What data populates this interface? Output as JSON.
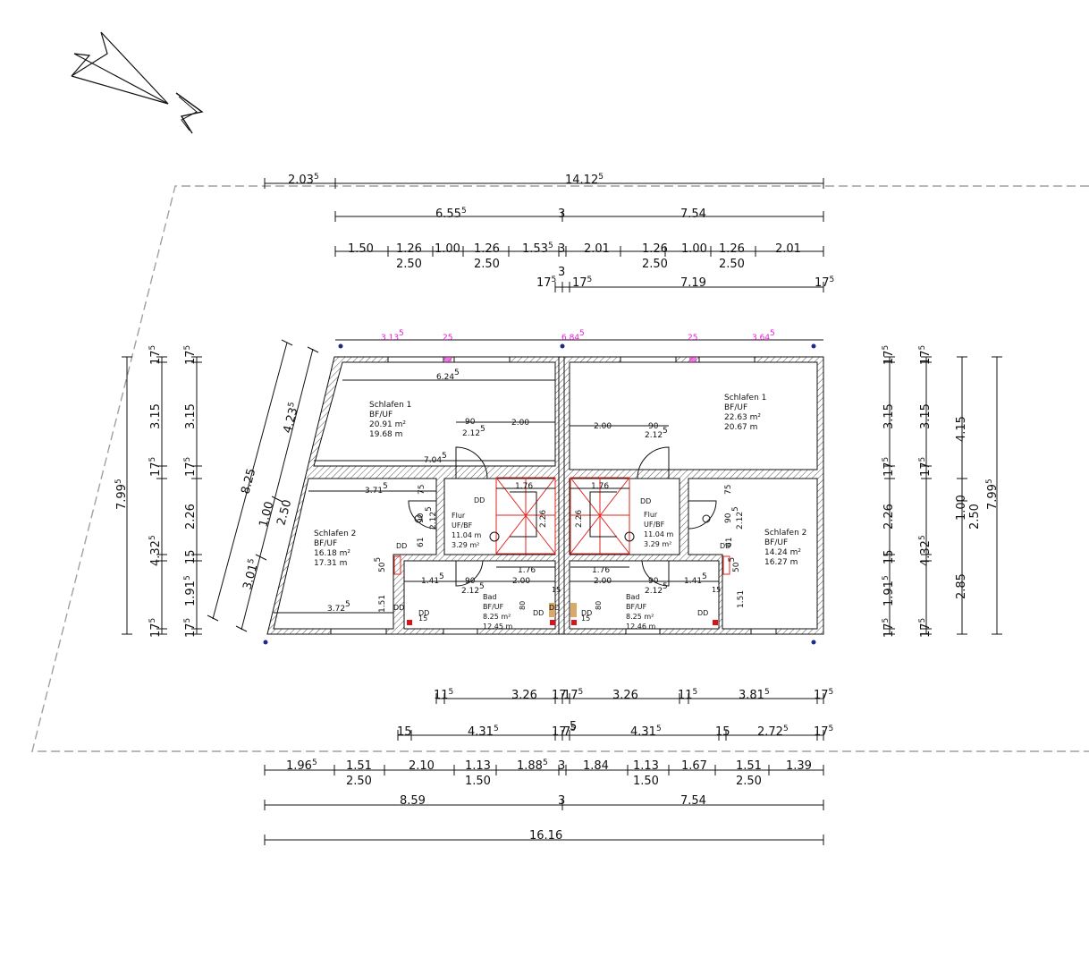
{
  "north_label": "N",
  "top_dims": [
    {
      "t": "2.03",
      "s": "5"
    },
    {
      "t": "14.12",
      "s": "5"
    },
    {
      "t": "6.55",
      "s": "5"
    },
    {
      "t": "3",
      "s": ""
    },
    {
      "t": "7.54",
      "s": ""
    },
    {
      "t": "1.50",
      "s": ""
    },
    {
      "t": "1.26",
      "s": ""
    },
    {
      "t": "1.00",
      "s": ""
    },
    {
      "t": "1.26",
      "s": ""
    },
    {
      "t": "1.53",
      "s": "5"
    },
    {
      "t": "3",
      "s": ""
    },
    {
      "t": "2.01",
      "s": ""
    },
    {
      "t": "1.26",
      "s": ""
    },
    {
      "t": "1.00",
      "s": ""
    },
    {
      "t": "1.26",
      "s": ""
    },
    {
      "t": "2.01",
      "s": ""
    },
    {
      "t": "2.50",
      "s": ""
    },
    {
      "t": "2.50",
      "s": ""
    },
    {
      "t": "2.50",
      "s": ""
    },
    {
      "t": "2.50",
      "s": ""
    },
    {
      "t": "3",
      "s": ""
    },
    {
      "t": "17",
      "s": "5"
    },
    {
      "t": "17",
      "s": "5"
    },
    {
      "t": "7.19",
      "s": ""
    },
    {
      "t": "17",
      "s": "5"
    }
  ],
  "magenta_dims": [
    {
      "t": "3.13",
      "s": "5"
    },
    {
      "t": "25",
      "s": ""
    },
    {
      "t": "6.84",
      "s": "5"
    },
    {
      "t": "25",
      "s": ""
    },
    {
      "t": "3.64",
      "s": "5"
    }
  ],
  "left_dims": [
    {
      "t": "7.99",
      "s": "5"
    },
    {
      "t": "17",
      "s": "5"
    },
    {
      "t": "3.15",
      "s": ""
    },
    {
      "t": "17",
      "s": "5"
    },
    {
      "t": "4.32",
      "s": "5"
    },
    {
      "t": "17",
      "s": "5"
    },
    {
      "t": "17",
      "s": "5"
    },
    {
      "t": "3.15",
      "s": ""
    },
    {
      "t": "17",
      "s": "5"
    },
    {
      "t": "2.26",
      "s": ""
    },
    {
      "t": "15",
      "s": ""
    },
    {
      "t": "1.91",
      "s": "5"
    },
    {
      "t": "17",
      "s": "5"
    },
    {
      "t": "8.25",
      "s": ""
    },
    {
      "t": "4.23",
      "s": "5"
    },
    {
      "t": "1.00",
      "s": ""
    },
    {
      "t": "2.50",
      "s": ""
    },
    {
      "t": "3.01",
      "s": "5"
    }
  ],
  "right_dims": [
    {
      "t": "17",
      "s": "5"
    },
    {
      "t": "3.15",
      "s": ""
    },
    {
      "t": "17",
      "s": "5"
    },
    {
      "t": "2.26",
      "s": ""
    },
    {
      "t": "15",
      "s": ""
    },
    {
      "t": "1.91",
      "s": "5"
    },
    {
      "t": "17",
      "s": "5"
    },
    {
      "t": "17",
      "s": "5"
    },
    {
      "t": "3.15",
      "s": ""
    },
    {
      "t": "17",
      "s": "5"
    },
    {
      "t": "4.32",
      "s": "5"
    },
    {
      "t": "17",
      "s": "5"
    },
    {
      "t": "4.15",
      "s": ""
    },
    {
      "t": "1.00",
      "s": ""
    },
    {
      "t": "2.85",
      "s": ""
    },
    {
      "t": "2.50",
      "s": ""
    },
    {
      "t": "7.99",
      "s": "5"
    }
  ],
  "bottom_dims": [
    {
      "t": "11",
      "s": "5"
    },
    {
      "t": "3.26",
      "s": ""
    },
    {
      "t": "17",
      "s": ""
    },
    {
      "t": "17",
      "s": "5"
    },
    {
      "t": "3.26",
      "s": ""
    },
    {
      "t": "11",
      "s": "5"
    },
    {
      "t": "3.81",
      "s": "5"
    },
    {
      "t": "17",
      "s": "5"
    },
    {
      "t": "15",
      "s": ""
    },
    {
      "t": "4.31",
      "s": "5"
    },
    {
      "t": "17",
      "s": ""
    },
    {
      "t": "7",
      "s": "5"
    },
    {
      "t": "5",
      "s": ""
    },
    {
      "t": "4.31",
      "s": "5"
    },
    {
      "t": "15",
      "s": ""
    },
    {
      "t": "2.72",
      "s": "5"
    },
    {
      "t": "17",
      "s": "5"
    },
    {
      "t": "1.96",
      "s": "5"
    },
    {
      "t": "1.51",
      "s": ""
    },
    {
      "t": "2.10",
      "s": ""
    },
    {
      "t": "1.13",
      "s": ""
    },
    {
      "t": "1.88",
      "s": "5"
    },
    {
      "t": "3",
      "s": ""
    },
    {
      "t": "1.84",
      "s": ""
    },
    {
      "t": "1.13",
      "s": ""
    },
    {
      "t": "1.67",
      "s": ""
    },
    {
      "t": "1.51",
      "s": ""
    },
    {
      "t": "1.39",
      "s": ""
    },
    {
      "t": "2.50",
      "s": ""
    },
    {
      "t": "1.50",
      "s": ""
    },
    {
      "t": "1.50",
      "s": ""
    },
    {
      "t": "2.50",
      "s": ""
    },
    {
      "t": "8.59",
      "s": ""
    },
    {
      "t": "3",
      "s": ""
    },
    {
      "t": "7.54",
      "s": ""
    },
    {
      "t": "16.16",
      "s": ""
    }
  ],
  "interior_dims": [
    {
      "t": "6.24",
      "s": "5"
    },
    {
      "t": "7.04",
      "s": "5"
    },
    {
      "t": "3.71",
      "s": "5"
    },
    {
      "t": "3.72",
      "s": "5"
    },
    {
      "t": "90",
      "s": ""
    },
    {
      "t": "2.00",
      "s": ""
    },
    {
      "t": "2.12",
      "s": "5"
    },
    {
      "t": "2.00",
      "s": ""
    },
    {
      "t": "90",
      "s": ""
    },
    {
      "t": "2.12",
      "s": "5"
    },
    {
      "t": "1.76",
      "s": ""
    },
    {
      "t": "2.26",
      "s": ""
    },
    {
      "t": "1.76",
      "s": ""
    },
    {
      "t": "1.76",
      "s": ""
    },
    {
      "t": "2.26",
      "s": ""
    },
    {
      "t": "1.76",
      "s": ""
    },
    {
      "t": "1.41",
      "s": "5"
    },
    {
      "t": "90",
      "s": ""
    },
    {
      "t": "2.00",
      "s": ""
    },
    {
      "t": "2.12",
      "s": "5"
    },
    {
      "t": "2.00",
      "s": ""
    },
    {
      "t": "90",
      "s": ""
    },
    {
      "t": "1.41",
      "s": "5"
    },
    {
      "t": "2.12",
      "s": "5"
    },
    {
      "t": "75",
      "s": ""
    },
    {
      "t": "2.12",
      "s": "5"
    },
    {
      "t": "90",
      "s": ""
    },
    {
      "t": "61",
      "s": ""
    },
    {
      "t": "75",
      "s": ""
    },
    {
      "t": "2.12",
      "s": "5"
    },
    {
      "t": "90",
      "s": ""
    },
    {
      "t": "61",
      "s": ""
    },
    {
      "t": "50",
      "s": "5"
    },
    {
      "t": "1.51",
      "s": ""
    },
    {
      "t": "50",
      "s": "5"
    },
    {
      "t": "1.51",
      "s": ""
    },
    {
      "t": "DD",
      "s": ""
    },
    {
      "t": "DD",
      "s": ""
    },
    {
      "t": "DD",
      "s": ""
    },
    {
      "t": "DD",
      "s": ""
    },
    {
      "t": "DD",
      "s": ""
    },
    {
      "t": "DD",
      "s": ""
    },
    {
      "t": "DD",
      "s": ""
    },
    {
      "t": "DD",
      "s": ""
    },
    {
      "t": "DD",
      "s": ""
    },
    {
      "t": "DD",
      "s": ""
    },
    {
      "t": "80",
      "s": ""
    },
    {
      "t": "80",
      "s": ""
    },
    {
      "t": "15",
      "s": ""
    },
    {
      "t": "15",
      "s": ""
    },
    {
      "t": "15",
      "s": ""
    },
    {
      "t": "15",
      "s": ""
    }
  ],
  "rooms": [
    {
      "name": "Schlafen 1",
      "type": "BF/UF",
      "area": "20.91 m²",
      "perimeter": "19.68 m"
    },
    {
      "name": "Schlafen 1",
      "type": "BF/UF",
      "area": "22.63 m²",
      "perimeter": "20.67 m"
    },
    {
      "name": "Schlafen 2",
      "type": "BF/UF",
      "area": "16.18 m²",
      "perimeter": "17.31 m"
    },
    {
      "name": "Schlafen 2",
      "type": "BF/UF",
      "area": "14.24 m²",
      "perimeter": "16.27 m"
    },
    {
      "name": "Flur",
      "type": "UF/BF",
      "area": "11.04 m",
      "perimeter": "3.29 m²"
    },
    {
      "name": "Flur",
      "type": "UF/BF",
      "area": "11.04 m",
      "perimeter": "3.29 m²"
    },
    {
      "name": "Bad",
      "type": "BF/UF",
      "area": "8.25 m²",
      "perimeter": "12.45 m"
    },
    {
      "name": "Bad",
      "type": "BF/UF",
      "area": "8.25 m²",
      "perimeter": "12.46 m"
    }
  ],
  "colors": {
    "line": "#111111",
    "hatch": "#555555",
    "stairs": "#e0231c",
    "magenta": "#e21fd0",
    "boundary": "#a0a0a0",
    "point": "#1a2b8c",
    "red_fill": "#d9131a"
  }
}
